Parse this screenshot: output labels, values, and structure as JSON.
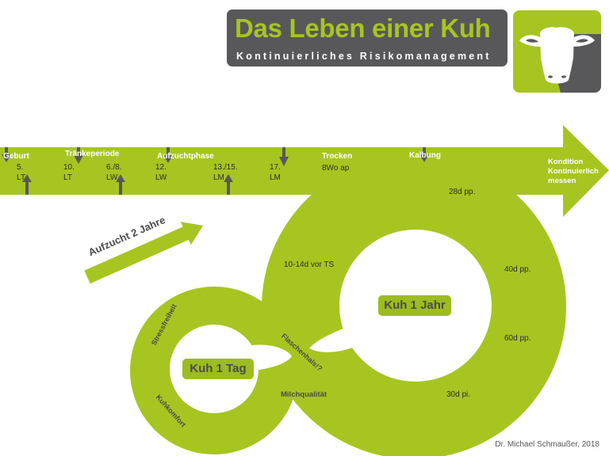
{
  "header": {
    "title": "Das Leben einer Kuh",
    "subtitle": "Kontinuierliches Risikomanagement",
    "logo_icon": "cow-head-icon"
  },
  "colors": {
    "brand_green": "#a7c520",
    "dark_gray": "#58585a",
    "badge_green": "#9cbc1f",
    "white": "#ffffff"
  },
  "timeline": {
    "phases": [
      {
        "label": "Geburt"
      },
      {
        "label": "Tränkeperiode"
      },
      {
        "label": "Aufzuchtphase"
      },
      {
        "label": "Trocken"
      },
      {
        "label": "Kalbung"
      }
    ],
    "ticks": [
      {
        "line1": "5.",
        "line2": "LT"
      },
      {
        "line1": "10.",
        "line2": "LT"
      },
      {
        "line1": "6./8.",
        "line2": "LW"
      },
      {
        "line1": "12.",
        "line2": "LW"
      },
      {
        "line1": "13./15.",
        "line2": "LM"
      },
      {
        "line1": "17.",
        "line2": "LM"
      },
      {
        "line1": "8Wo ap",
        "line2": ""
      }
    ],
    "arrow_head_text": [
      "Kondition",
      "Kontinuierlich",
      "messen"
    ]
  },
  "aufzucht_arrow": {
    "label": "Aufzucht 2 Jahre"
  },
  "small_cycle": {
    "center_label": "Kuh 1 Tag",
    "labels": [
      "Stressfreiheit",
      "Kuhkomfort",
      "Flaschenhals!?",
      "Milchqualität"
    ]
  },
  "large_cycle": {
    "center_label": "Kuh 1 Jahr",
    "labels": [
      "28d pp.",
      "40d pp.",
      "60d pp.",
      "30d pi.",
      "10-14d vor TS"
    ]
  },
  "footer": {
    "credit": "Dr. Michael Schmaußer, 2018"
  }
}
